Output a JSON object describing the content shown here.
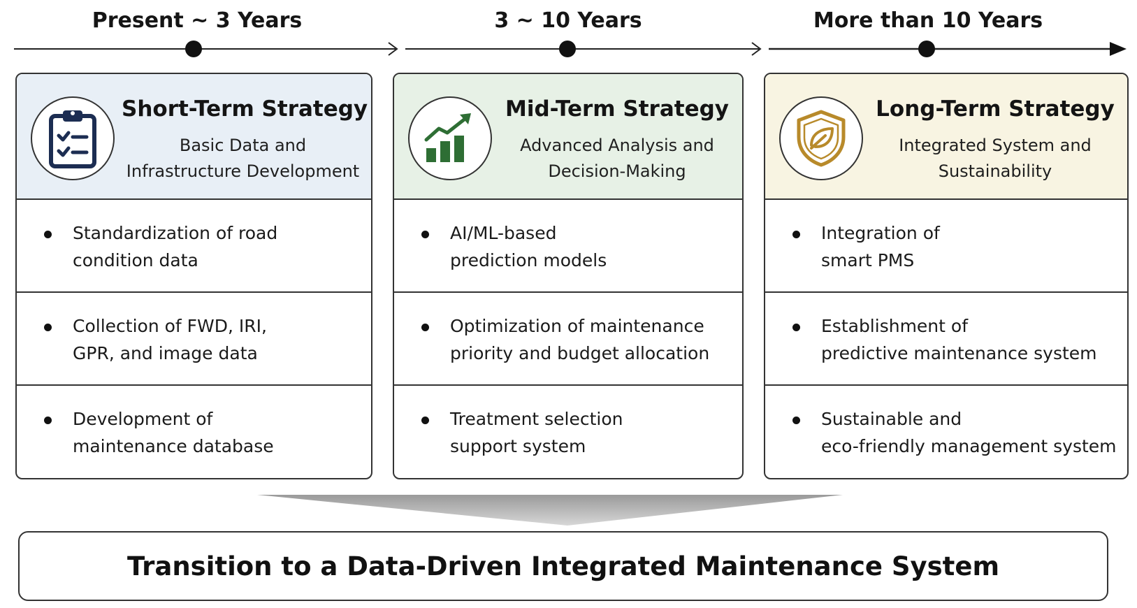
{
  "timeline": {
    "periods": [
      "Present ~ 3 Years",
      "3 ~ 10 Years",
      "More than 10 Years"
    ]
  },
  "strategies": [
    {
      "title": "Short-Term Strategy",
      "subtitle_lines": [
        "Basic Data and",
        "Infrastructure Development"
      ],
      "icon": "clipboard-checklist-icon",
      "header_color": "#e8eff6",
      "items": [
        [
          "Standardization of road",
          "condition data"
        ],
        [
          "Collection of FWD, IRI,",
          "GPR, and image data"
        ],
        [
          "Development of",
          "maintenance database"
        ]
      ]
    },
    {
      "title": "Mid-Term Strategy",
      "subtitle_lines": [
        "Advanced Analysis and",
        "Decision-Making"
      ],
      "icon": "growth-chart-icon",
      "header_color": "#e7f1e6",
      "items": [
        [
          "AI/ML-based",
          "prediction models"
        ],
        [
          "Optimization of maintenance",
          "priority and budget allocation"
        ],
        [
          "Treatment selection",
          "support system"
        ]
      ]
    },
    {
      "title": "Long-Term Strategy",
      "subtitle_lines": [
        "Integrated System and",
        "Sustainability"
      ],
      "icon": "shield-leaf-icon",
      "header_color": "#f8f4e2",
      "items": [
        [
          "Integration of",
          "smart PMS"
        ],
        [
          "Establishment of",
          "predictive maintenance system"
        ],
        [
          "Sustainable and",
          "eco-friendly management system"
        ]
      ]
    }
  ],
  "conclusion": {
    "text": "Transition to a Data-Driven Integrated Maintenance System"
  },
  "colors": {
    "icon_navy": "#1c2d52",
    "icon_green": "#2e6e34",
    "icon_gold": "#b88a2a"
  }
}
